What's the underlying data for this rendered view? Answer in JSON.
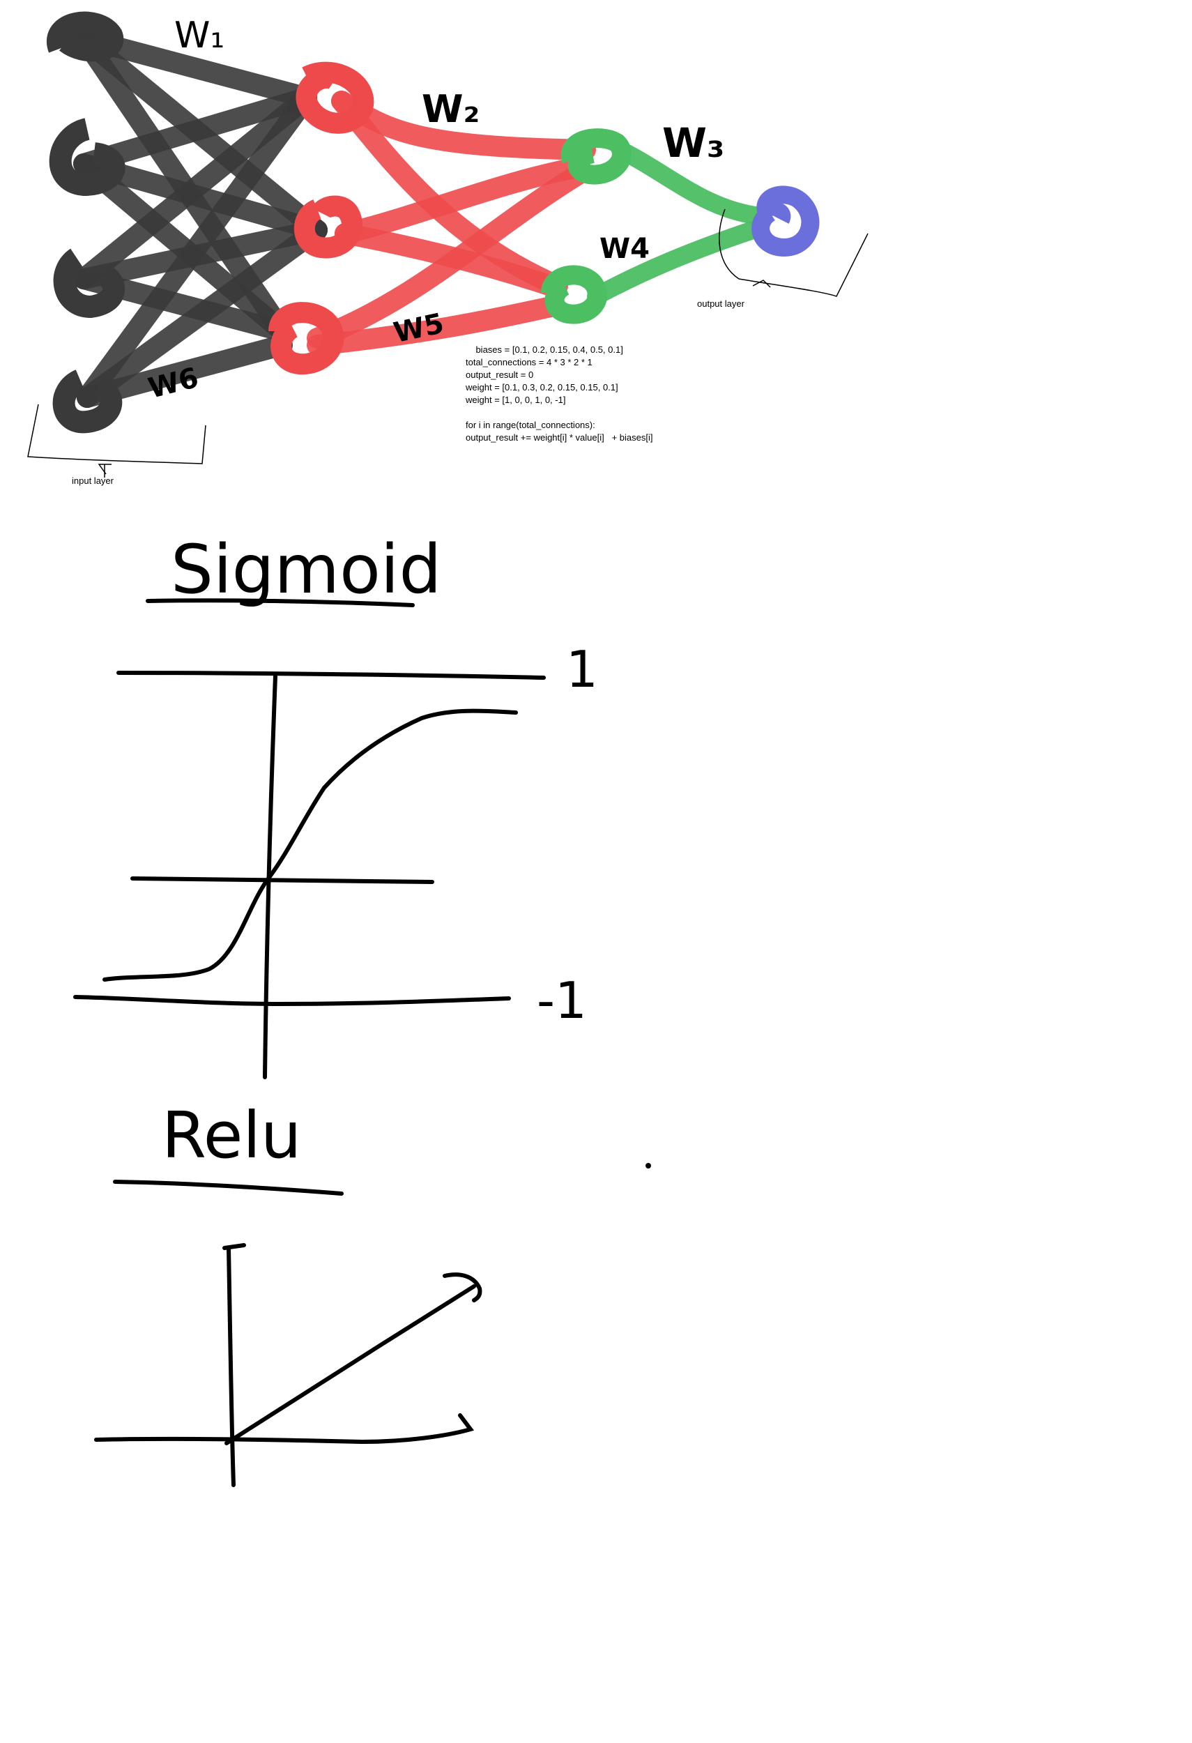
{
  "colors": {
    "input": "#3a3a3a",
    "hidden1": "#ee4a4c",
    "hidden2": "#4cbf63",
    "output": "#6a6fdc",
    "ink": "#000000"
  },
  "network": {
    "weight_labels": {
      "w1": "W₁",
      "w2": "W₂",
      "w3": "W₃",
      "w4": "W4",
      "w5": "W5",
      "w6": "W6"
    },
    "input_layer_label": "input layer",
    "output_layer_label": "output layer",
    "code_lines": [
      "    biases = [0.1, 0.2, 0.15, 0.4, 0.5, 0.1]",
      "total_connections = 4 * 3 * 2 * 1",
      "output_result = 0",
      "weight = [0.1, 0.3, 0.2, 0.15, 0.15, 0.1]",
      "weight = [1, 0, 0, 1, 0, -1]",
      "",
      "for i in range(total_connections):",
      "output_result += weight[i] * value[i]   + biases[i]"
    ]
  },
  "sigmoid": {
    "title": "Sigmoid",
    "upper_label": "1",
    "lower_label": "-1"
  },
  "relu": {
    "title": "Relu"
  }
}
